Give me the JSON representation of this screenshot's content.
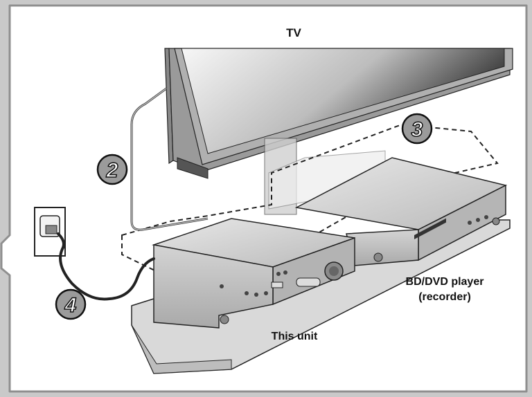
{
  "labels": {
    "tv": "TV",
    "bd_line1": "BD/DVD player",
    "bd_line2": "(recorder)",
    "this_unit": "This unit"
  },
  "steps": [
    "2",
    "3",
    "4"
  ],
  "colors": {
    "background": "#c9c9c9",
    "panel": "#ffffff",
    "border": "#8f8f8f",
    "device": "#bdbdbd",
    "outline": "#222222"
  },
  "icons": [
    "tv",
    "av-receiver",
    "bd-dvd-player",
    "power-outlet",
    "power-cable",
    "center-speaker",
    "tv-stand"
  ]
}
